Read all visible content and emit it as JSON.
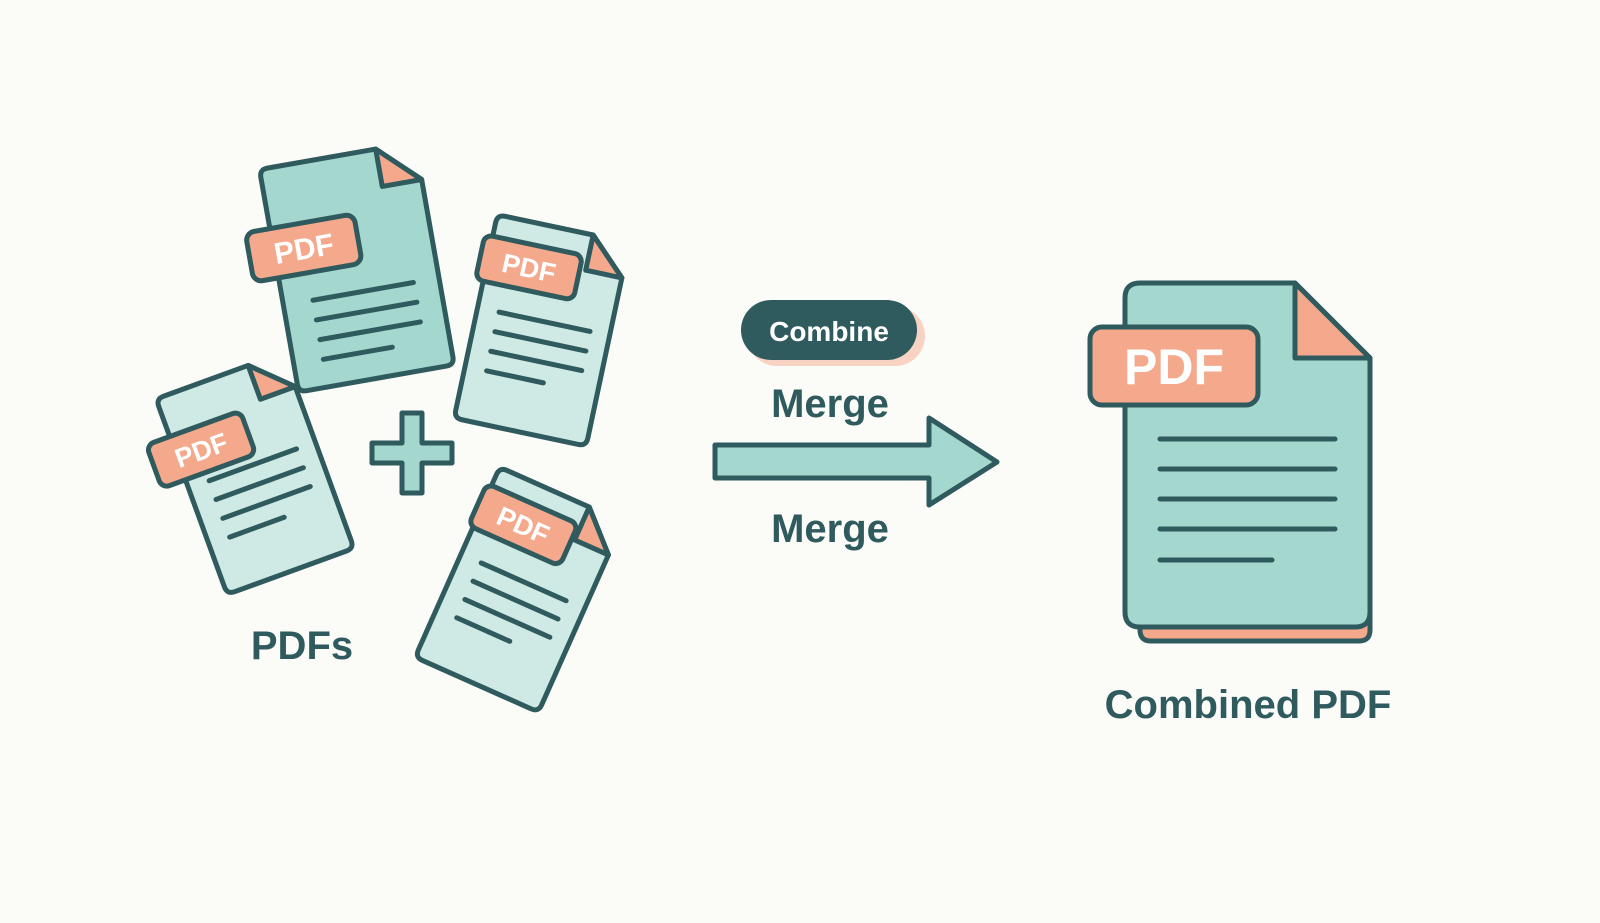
{
  "colors": {
    "background": "#fbfbf7",
    "outline": "#2f5a5e",
    "teal_dark": "#a4d8cf",
    "teal_light": "#cfe9e4",
    "salmon": "#f4a98c",
    "pill": "#2f5a5e",
    "pill_shadow": "#f8d3c3",
    "label": "#2f5a5e"
  },
  "icons": {
    "source_document": "pdf-document-icon",
    "plus": "plus-icon",
    "arrow": "right-arrow-icon",
    "result_document": "combined-pdf-document-icon"
  },
  "input_documents": [
    {
      "tag": "PDF"
    },
    {
      "tag": "PDF"
    },
    {
      "tag": "PDF"
    },
    {
      "tag": "PDF"
    }
  ],
  "labels": {
    "inputs": "PDFs",
    "action_badge": "Combine",
    "action_above": "Merge",
    "action_below": "Merge",
    "output": "Combined PDF",
    "output_tag": "PDF"
  }
}
